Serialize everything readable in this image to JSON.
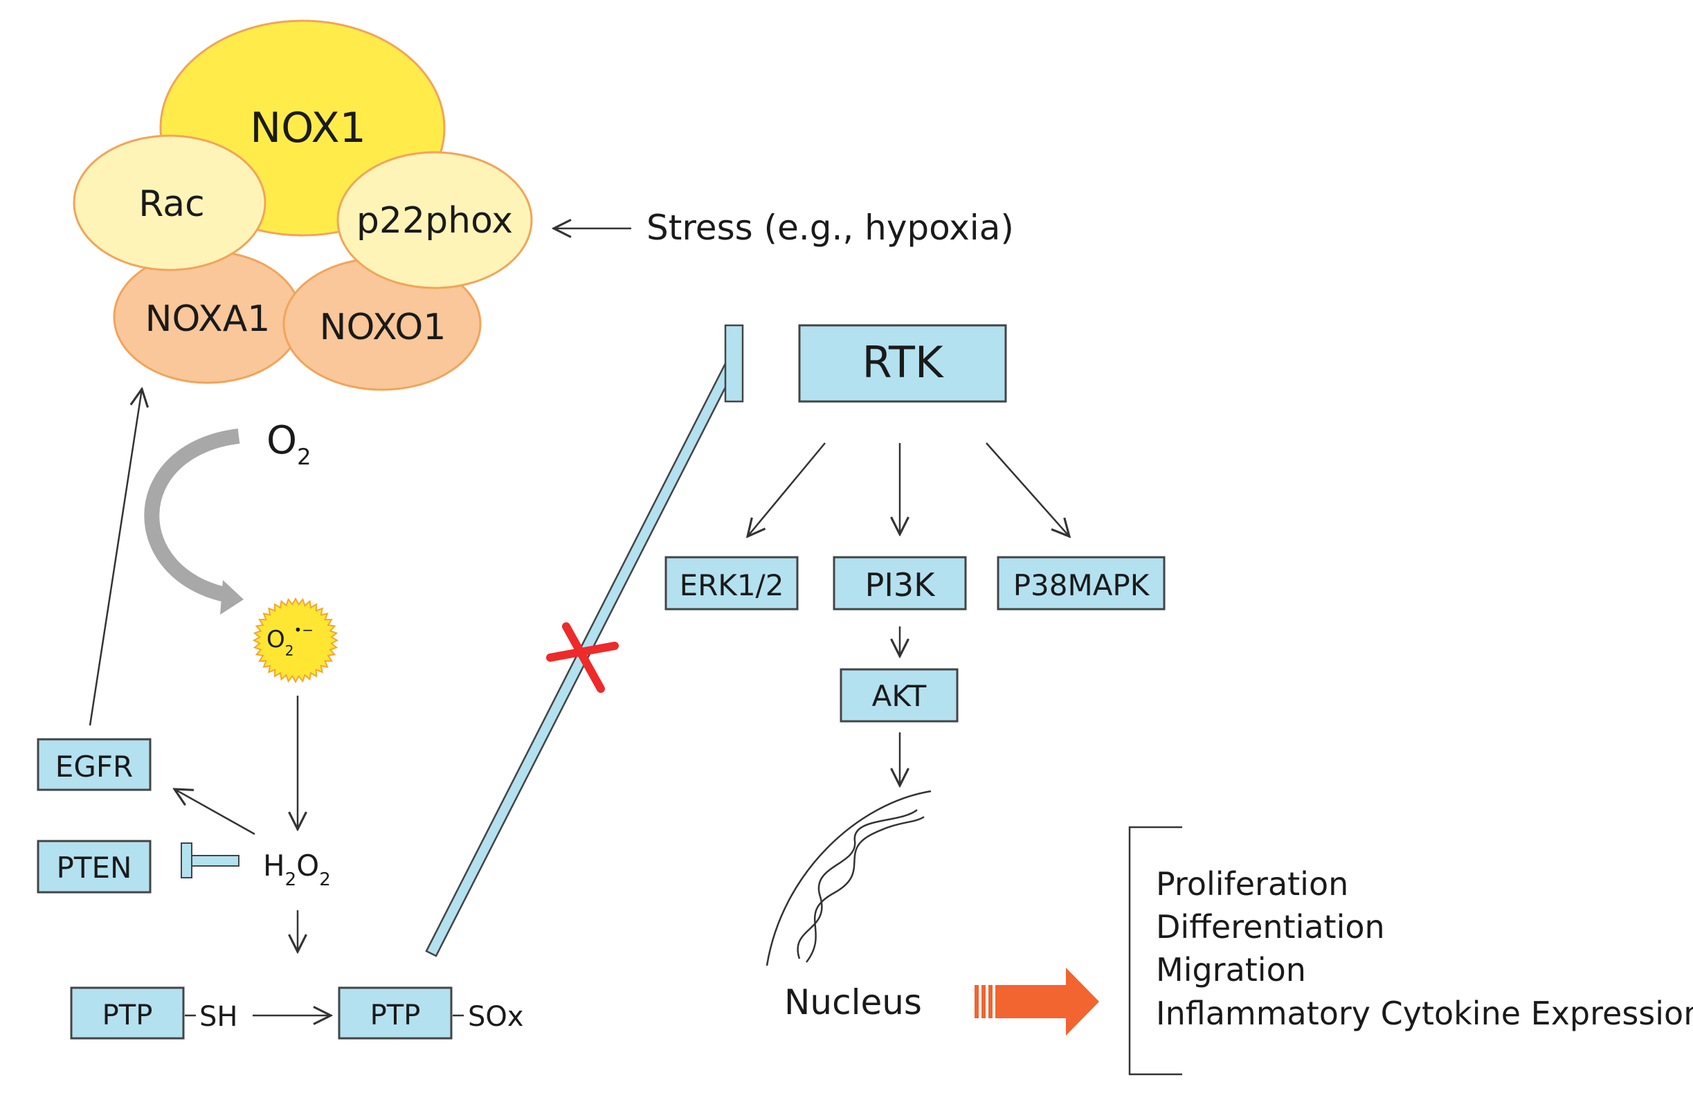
{
  "complex": {
    "nox1": "NOX1",
    "rac": "Rac",
    "p22phox": "p22phox",
    "noxa1": "NOXA1",
    "noxo1": "NOXO1"
  },
  "stress_label": "Stress (e.g., hypoxia)",
  "oxygen": {
    "main": "O",
    "sub": "2"
  },
  "superoxide": {
    "main": "O",
    "sub": "2",
    "sup": "•−"
  },
  "peroxide": {
    "h": "H",
    "sub1": "2",
    "o": "O",
    "sub2": "2"
  },
  "boxes": {
    "egfr": "EGFR",
    "pten": "PTEN",
    "ptp_left": "PTP",
    "ptp_right": "PTP",
    "rtk": "RTK",
    "erk": "ERK1/2",
    "pi3k": "PI3K",
    "p38": "P38MAPK",
    "akt": "AKT"
  },
  "groups": {
    "sh": "SH",
    "sox": "SOx"
  },
  "nucleus_label": "Nucleus",
  "outcomes": [
    "Proliferation",
    "Differentiation",
    "Migration",
    "Inflammatory Cytokine Expression"
  ],
  "colors": {
    "box_fill": "#b3e1f0",
    "nox1_fill": "#ffec4a",
    "light_fill": "#fff4b8",
    "peach_fill": "#f9c799",
    "outline_orange": "#f2a45a",
    "inhibit_x": "#ee2a2a",
    "big_arrow": "#f26430",
    "gray_arrow": "#a8a8a8"
  }
}
